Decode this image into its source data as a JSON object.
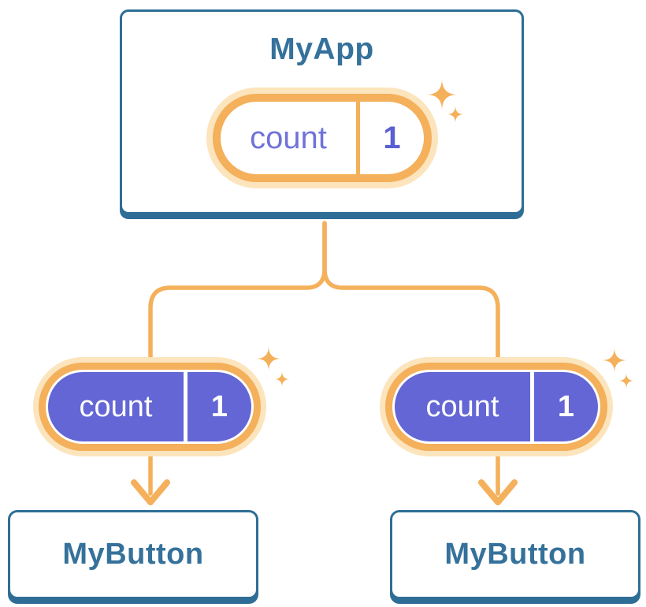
{
  "root_card": {
    "title": "MyApp",
    "pill": {
      "label": "count",
      "value": "1"
    }
  },
  "children": [
    {
      "title": "MyButton",
      "pill": {
        "label": "count",
        "value": "1"
      }
    },
    {
      "title": "MyButton",
      "pill": {
        "label": "count",
        "value": "1"
      }
    }
  ],
  "icons": {
    "sparkle": "four-point-star"
  },
  "colors": {
    "card_border": "#2E6E96",
    "card_text": "#35719B",
    "orange": "#F4B05A",
    "orange_light": "#FCE4BD",
    "purple_fill": "#6366D4",
    "purple_label": "#6F73DA",
    "purple_value": "#5A5FD1",
    "pill_text_light": "#FFFFFF"
  }
}
